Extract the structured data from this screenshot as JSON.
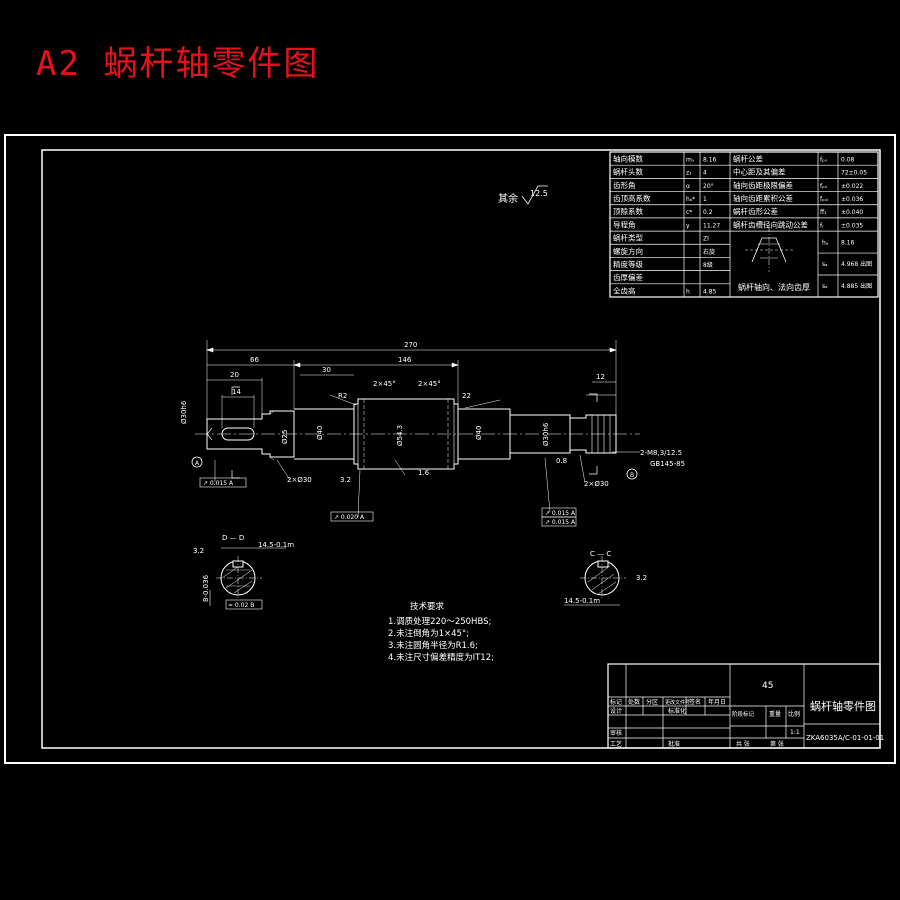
{
  "sheet_title": "A2 蜗杆轴零件图",
  "roughness_note": {
    "label": "其余",
    "value": "12.5"
  },
  "param_table": {
    "left_rows": [
      {
        "name": "轴向模数",
        "sym": "mₓ",
        "val": "8.16"
      },
      {
        "name": "蜗杆头数",
        "sym": "z₁",
        "val": "4"
      },
      {
        "name": "齿形角",
        "sym": "α",
        "val": "20°"
      },
      {
        "name": "齿顶高系数",
        "sym": "hₐ*",
        "val": "1"
      },
      {
        "name": "顶隙系数",
        "sym": "c*",
        "val": "0.2"
      },
      {
        "name": "导程角",
        "sym": "γ",
        "val": "11.27"
      },
      {
        "name": "蜗杆类型",
        "sym": "",
        "val": "ZI"
      },
      {
        "name": "螺旋方向",
        "sym": "",
        "val": "右旋"
      },
      {
        "name": "精度等级",
        "sym": "",
        "val": "8级"
      },
      {
        "name": "齿厚偏差",
        "sym": "",
        "val": ""
      },
      {
        "name": "全齿高",
        "sym": "h",
        "val": "4.85"
      }
    ],
    "right_rows": [
      {
        "name": "蜗杆公差",
        "sym": "fₚₓ",
        "val": "0.08"
      },
      {
        "name": "中心距及其偏差",
        "sym": "",
        "val": "72±0.05"
      },
      {
        "name": "轴向齿距极限偏差",
        "sym": "fₚₓ",
        "val": "±0.022"
      },
      {
        "name": "轴向齿距累积公差",
        "sym": "fₚₓₗ",
        "val": "±0.036"
      },
      {
        "name": "蜗杆齿形公差",
        "sym": "ff₁",
        "val": "±0.040"
      },
      {
        "name": "蜗杆齿槽径向跳动公差",
        "sym": "fᵣ",
        "val": "±0.035"
      }
    ],
    "diagram_rows": [
      {
        "sym": "hₐ",
        "val": "8.16"
      },
      {
        "sym": "sₐ",
        "val": "4.968 出图"
      },
      {
        "sym": "sₐ",
        "val": "4.885 出图"
      }
    ],
    "diagram_caption": "蜗杆轴向、法向齿厚"
  },
  "dimensions": {
    "overall_length": "270",
    "worm_length": "146",
    "left_segment": "66",
    "key_length": "30",
    "worm_end": "14",
    "right_shoulder": "12",
    "left_shoulder": "20",
    "chamfer_left": "2×45°",
    "chamfer_right": "2×45°",
    "face_width": "22",
    "fillet": "R2",
    "diam_left": "Ø30h6",
    "diam_mid_left": "Ø40",
    "diam_mid_right": "Ø40",
    "diam_right": "Ø30h6",
    "diam_worm": "Ø54.3",
    "diam_small": "Ø25",
    "thread_note_1": "2-M8,3/12.5",
    "thread_note_2": "GB145-85",
    "roughness_a": "3.2",
    "roughness_b": "1.6",
    "roughness_c": "0.8",
    "chamfer_c1": "2×Ø30",
    "chamfer_c2": "2×Ø30",
    "runout_1": "↗ 0.015 A",
    "runout_2": "↗ 0.020 A",
    "runout_3": "↗ 0.015 A",
    "runout_4": "↗ 0.015 A",
    "center_a": "A",
    "center_b": "B"
  },
  "section_dd": {
    "label": "D — D",
    "dim": "14.5-0.1m",
    "key_width": "8-0.036",
    "tol": "= 0.02 B",
    "roughness": "3.2"
  },
  "section_cc": {
    "label": "C — C",
    "dim": "14.5-0.1m",
    "roughness": "3.2"
  },
  "tech_req": {
    "heading": "技术要求",
    "items": [
      "1.调质处理220～250HBS;",
      "2.未注倒角为1×45°;",
      "3.未注圆角半径为R1.6;",
      "4.未注尺寸偏差精度为IT12;"
    ]
  },
  "title_block": {
    "material": "45",
    "part_name": "蜗杆轴零件图",
    "drawing_no": "ZKA6035A/C-01-01-01",
    "scale": "1:1",
    "cells": {
      "mark": "标记",
      "count": "处数",
      "zone": "分区",
      "change_no": "更改文件号",
      "sign": "签名",
      "date": "年月日",
      "design": "设计",
      "std": "标准化",
      "stage_mark": "阶段标记",
      "weight": "重量",
      "ratio": "比例",
      "review": "审核",
      "process": "工艺",
      "approve": "批准",
      "sheets_total": "共 张",
      "sheet_no": "第 张"
    }
  },
  "colors": {
    "line": "#ffffff",
    "title": "#e8101a",
    "bg": "#000000"
  }
}
